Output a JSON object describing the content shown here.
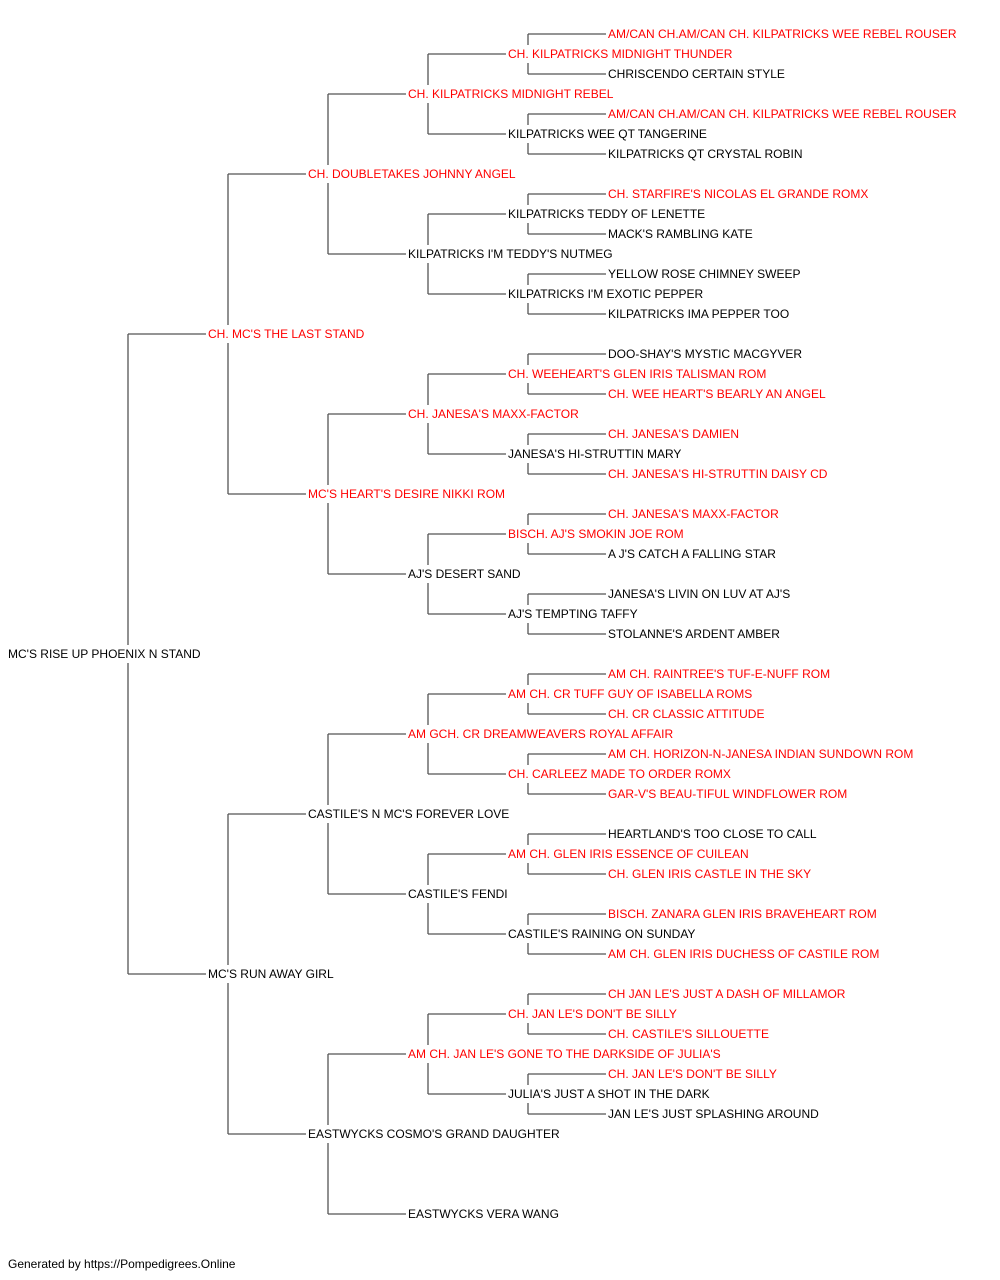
{
  "colors": {
    "champion": "#ff0000",
    "regular": "#000000",
    "connector": "#555555"
  },
  "footer": "Generated by https://Pompedigrees.Online",
  "pedigree": {
    "name": "MC'S RISE UP PHOENIX N STAND",
    "champion": false,
    "sire": {
      "name": "CH. MC'S THE LAST STAND",
      "champion": true,
      "sire": {
        "name": "CH. DOUBLETAKES JOHNNY ANGEL",
        "champion": true,
        "sire": {
          "name": "CH. KILPATRICKS MIDNIGHT REBEL",
          "champion": true,
          "sire": {
            "name": "CH. KILPATRICKS MIDNIGHT THUNDER",
            "champion": true,
            "sire": {
              "name": "AM/CAN CH.AM/CAN CH. KILPATRICKS WEE REBEL ROUSER",
              "champion": true
            },
            "dam": {
              "name": "CHRISCENDO CERTAIN STYLE",
              "champion": false
            }
          },
          "dam": {
            "name": "KILPATRICKS WEE QT TANGERINE",
            "champion": false,
            "sire": {
              "name": "AM/CAN CH.AM/CAN CH. KILPATRICKS WEE REBEL ROUSER",
              "champion": true
            },
            "dam": {
              "name": "KILPATRICKS QT CRYSTAL ROBIN",
              "champion": false
            }
          }
        },
        "dam": {
          "name": "KILPATRICKS I'M TEDDY'S NUTMEG",
          "champion": false,
          "sire": {
            "name": "KILPATRICKS TEDDY OF LENETTE",
            "champion": false,
            "sire": {
              "name": "CH. STARFIRE'S NICOLAS EL GRANDE ROMX",
              "champion": true
            },
            "dam": {
              "name": "MACK'S RAMBLING KATE",
              "champion": false
            }
          },
          "dam": {
            "name": "KILPATRICKS I'M EXOTIC PEPPER",
            "champion": false,
            "sire": {
              "name": "YELLOW ROSE CHIMNEY SWEEP",
              "champion": false
            },
            "dam": {
              "name": "KILPATRICKS IMA PEPPER TOO",
              "champion": false
            }
          }
        }
      },
      "dam": {
        "name": "MC'S HEART'S DESIRE NIKKI ROM",
        "champion": true,
        "sire": {
          "name": "CH. JANESA'S MAXX-FACTOR",
          "champion": true,
          "sire": {
            "name": "CH. WEEHEART'S GLEN IRIS TALISMAN ROM",
            "champion": true,
            "sire": {
              "name": "DOO-SHAY'S MYSTIC MACGYVER",
              "champion": false
            },
            "dam": {
              "name": "CH. WEE HEART'S BEARLY AN ANGEL",
              "champion": true
            }
          },
          "dam": {
            "name": "JANESA'S HI-STRUTTIN MARY",
            "champion": false,
            "sire": {
              "name": "CH. JANESA'S DAMIEN",
              "champion": true
            },
            "dam": {
              "name": "CH. JANESA'S HI-STRUTTIN DAISY CD",
              "champion": true
            }
          }
        },
        "dam": {
          "name": "AJ'S DESERT SAND",
          "champion": false,
          "sire": {
            "name": "BISCH. AJ'S SMOKIN JOE ROM",
            "champion": true,
            "sire": {
              "name": "CH. JANESA'S MAXX-FACTOR",
              "champion": true
            },
            "dam": {
              "name": "A J'S CATCH A FALLING STAR",
              "champion": false
            }
          },
          "dam": {
            "name": "AJ'S TEMPTING TAFFY",
            "champion": false,
            "sire": {
              "name": "JANESA'S LIVIN ON LUV AT AJ'S",
              "champion": false
            },
            "dam": {
              "name": "STOLANNE'S ARDENT AMBER",
              "champion": false
            }
          }
        }
      }
    },
    "dam": {
      "name": "MC'S RUN AWAY GIRL",
      "champion": false,
      "sire": {
        "name": "CASTILE'S N MC'S FOREVER LOVE",
        "champion": false,
        "sire": {
          "name": "AM GCH. CR DREAMWEAVERS ROYAL AFFAIR",
          "champion": true,
          "sire": {
            "name": "AM CH. CR TUFF GUY OF ISABELLA ROMS",
            "champion": true,
            "sire": {
              "name": "AM CH. RAINTREE'S TUF-E-NUFF ROM",
              "champion": true
            },
            "dam": {
              "name": "CH. CR CLASSIC ATTITUDE",
              "champion": true
            }
          },
          "dam": {
            "name": "CH. CARLEEZ MADE TO ORDER ROMX",
            "champion": true,
            "sire": {
              "name": "AM CH. HORIZON-N-JANESA INDIAN SUNDOWN ROM",
              "champion": true
            },
            "dam": {
              "name": "GAR-V'S BEAU-TIFUL WINDFLOWER ROM",
              "champion": true
            }
          }
        },
        "dam": {
          "name": "CASTILE'S FENDI",
          "champion": false,
          "sire": {
            "name": "AM CH. GLEN IRIS ESSENCE OF CUILEAN",
            "champion": true,
            "sire": {
              "name": "HEARTLAND'S TOO CLOSE TO CALL",
              "champion": false
            },
            "dam": {
              "name": "CH. GLEN IRIS CASTLE IN THE SKY",
              "champion": true
            }
          },
          "dam": {
            "name": "CASTILE'S RAINING ON SUNDAY",
            "champion": false,
            "sire": {
              "name": "BISCH. ZANARA GLEN IRIS BRAVEHEART ROM",
              "champion": true
            },
            "dam": {
              "name": "AM CH. GLEN IRIS DUCHESS OF CASTILE ROM",
              "champion": true
            }
          }
        }
      },
      "dam": {
        "name": "EASTWYCKS COSMO'S GRAND DAUGHTER",
        "champion": false,
        "sire": {
          "name": "AM CH. JAN LE'S GONE TO THE DARKSIDE OF JULIA'S",
          "champion": true,
          "sire": {
            "name": "CH. JAN LE'S DON'T BE SILLY",
            "champion": true,
            "sire": {
              "name": "CH JAN LE'S JUST A DASH OF MILLAMOR",
              "champion": true
            },
            "dam": {
              "name": "CH. CASTILE'S SILLOUETTE",
              "champion": true
            }
          },
          "dam": {
            "name": "JULIA'S JUST A SHOT IN THE DARK",
            "champion": false,
            "sire": {
              "name": "CH. JAN LE'S DON'T BE SILLY",
              "champion": true
            },
            "dam": {
              "name": "JAN LE'S JUST SPLASHING AROUND",
              "champion": false
            }
          }
        },
        "dam": {
          "name": "EASTWYCKS VERA WANG",
          "champion": false
        }
      }
    }
  }
}
